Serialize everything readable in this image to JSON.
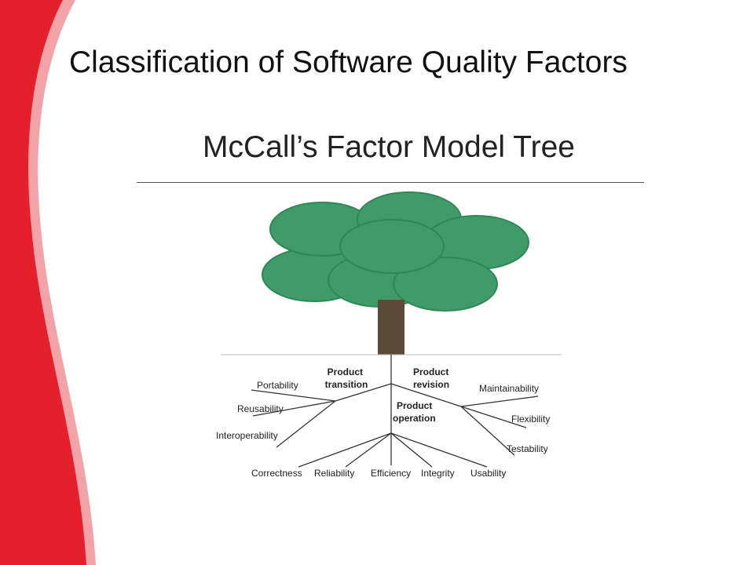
{
  "slide": {
    "title": "Classification of Software Quality Factors",
    "subtitle": "McCall’s Factor Model Tree"
  },
  "colors": {
    "accent_red": "#e3202b",
    "accent_pink": "#f2a3a7",
    "foliage": "#3f9b6a",
    "foliage_stroke": "#2f8757",
    "trunk": "#5b4a36"
  },
  "diagram": {
    "categories": {
      "transition": [
        "Product",
        "transition"
      ],
      "revision": [
        "Product",
        "revision"
      ],
      "operation": [
        "Product",
        "operation"
      ]
    },
    "factors": {
      "portability": "Portability",
      "reusability": "Reusability",
      "interoperability": "Interoperability",
      "maintainability": "Maintainability",
      "flexibility": "Flexibility",
      "testability": "Testability",
      "correctness": "Correctness",
      "reliability": "Reliability",
      "efficiency": "Efficiency",
      "integrity": "Integrity",
      "usability": "Usability"
    }
  }
}
